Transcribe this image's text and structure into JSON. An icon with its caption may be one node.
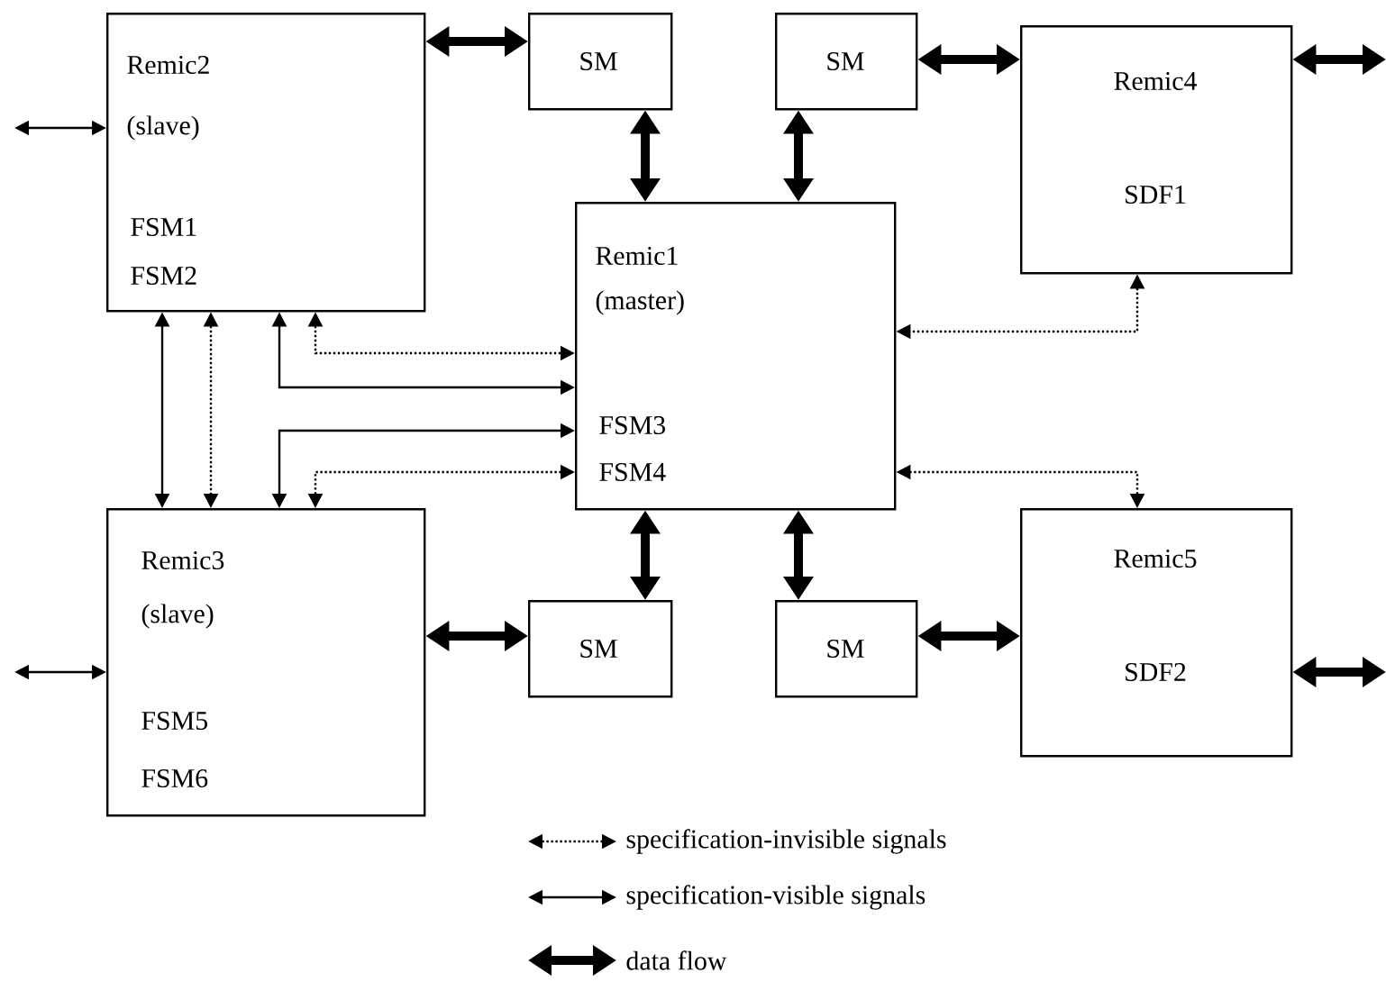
{
  "diagram": {
    "nodes": [
      {
        "text": [
          "Remic2",
          "(slave)",
          "FSM1",
          "FSM2"
        ]
      },
      {
        "text": [
          "SM"
        ]
      },
      {
        "text": [
          "SM"
        ]
      },
      {
        "text": [
          "Remic4",
          "SDF1"
        ]
      },
      {
        "text": [
          "Remic1",
          "(master)",
          "FSM3",
          "FSM4"
        ]
      },
      {
        "text": [
          "Remic3",
          "(slave)",
          "FSM5",
          "FSM6"
        ]
      },
      {
        "text": [
          "SM"
        ]
      },
      {
        "text": [
          "SM"
        ]
      },
      {
        "text": [
          "Remic5",
          "SDF2"
        ]
      }
    ],
    "edges": [
      {
        "from": null,
        "to": 0,
        "arrow": "both"
      },
      {
        "from": 0,
        "to": 1,
        "arrow": "both",
        "style": "thick"
      },
      {
        "from": 1,
        "to": 4,
        "arrow": "both",
        "style": "thick"
      },
      {
        "from": 2,
        "to": 4,
        "arrow": "both",
        "style": "thick"
      },
      {
        "from": 2,
        "to": 3,
        "arrow": "both",
        "style": "thick"
      },
      {
        "from": 3,
        "to": null,
        "arrow": "both",
        "style": "thick"
      },
      {
        "from": 0,
        "to": 5,
        "arrow": "both"
      },
      {
        "from": 0,
        "to": 5,
        "arrow": "both",
        "style": "dashed"
      },
      {
        "from": 0,
        "to": 4,
        "arrow": "both"
      },
      {
        "from": 0,
        "to": 4,
        "arrow": "both",
        "style": "dashed"
      },
      {
        "from": 5,
        "to": 4,
        "arrow": "both"
      },
      {
        "from": 5,
        "to": 4,
        "arrow": "both",
        "style": "dashed"
      },
      {
        "from": 3,
        "to": 4,
        "arrow": "both",
        "style": "dashed"
      },
      {
        "from": 8,
        "to": 4,
        "arrow": "both",
        "style": "dashed"
      },
      {
        "from": 4,
        "to": 6,
        "arrow": "both",
        "style": "thick"
      },
      {
        "from": 4,
        "to": 7,
        "arrow": "both",
        "style": "thick"
      },
      {
        "from": 5,
        "to": 6,
        "arrow": "both",
        "style": "thick"
      },
      {
        "from": 7,
        "to": 8,
        "arrow": "both",
        "style": "thick"
      },
      {
        "from": 8,
        "to": null,
        "arrow": "both",
        "style": "thick"
      },
      {
        "from": null,
        "to": 5,
        "arrow": "both"
      }
    ],
    "legend": [
      {
        "text": "specification-invisible signals"
      },
      {
        "text": "specification-visible signals"
      },
      {
        "text": "data flow"
      }
    ]
  }
}
